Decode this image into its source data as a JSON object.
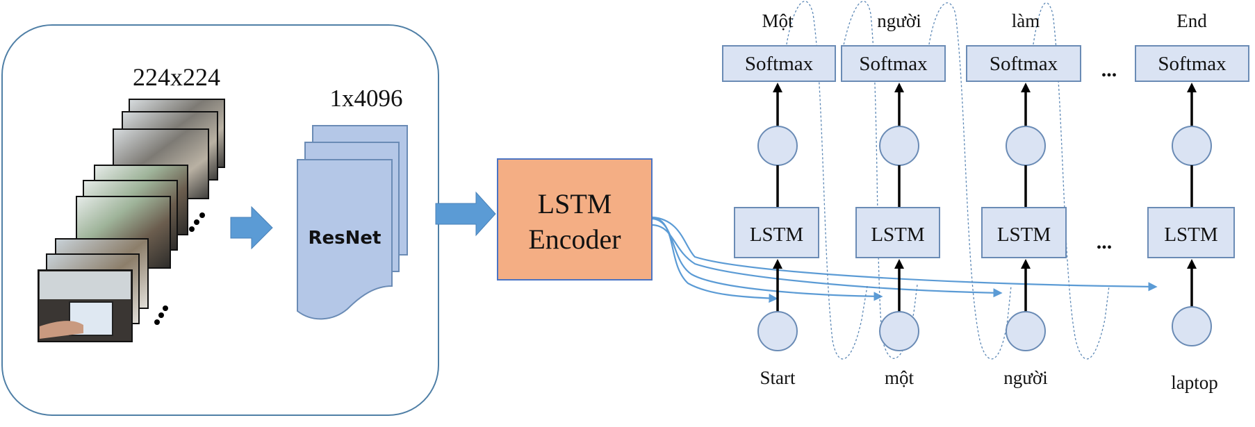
{
  "encoder_panel": {
    "frame_size_label": "224x224",
    "feature_size_label": "1x4096",
    "cnn_label": "ResNet",
    "frame_count_shown": 9
  },
  "encoder": {
    "label_line1": "LSTM",
    "label_line2": "Encoder",
    "fill_color": "#F4AE84",
    "border_color": "#4A74C4"
  },
  "decoder": {
    "cell_label": "LSTM",
    "output_layer_label": "Softmax",
    "ellipsis": "...",
    "box_fill": "#DAE3F3",
    "box_border": "#6A8BB5",
    "arrow_color": "#5B9BD5",
    "steps": [
      {
        "output": "Một",
        "input": "Start"
      },
      {
        "output": "người",
        "input": "một"
      },
      {
        "output": "làm",
        "input": "người"
      },
      {
        "output": "End",
        "input": "laptop"
      }
    ]
  },
  "colors": {
    "frame_border": "#4F7FA6",
    "resnet_fill": "#B4C7E7",
    "resnet_border": "#6A8BB5",
    "flow_arrow": "#5B9BD5"
  }
}
